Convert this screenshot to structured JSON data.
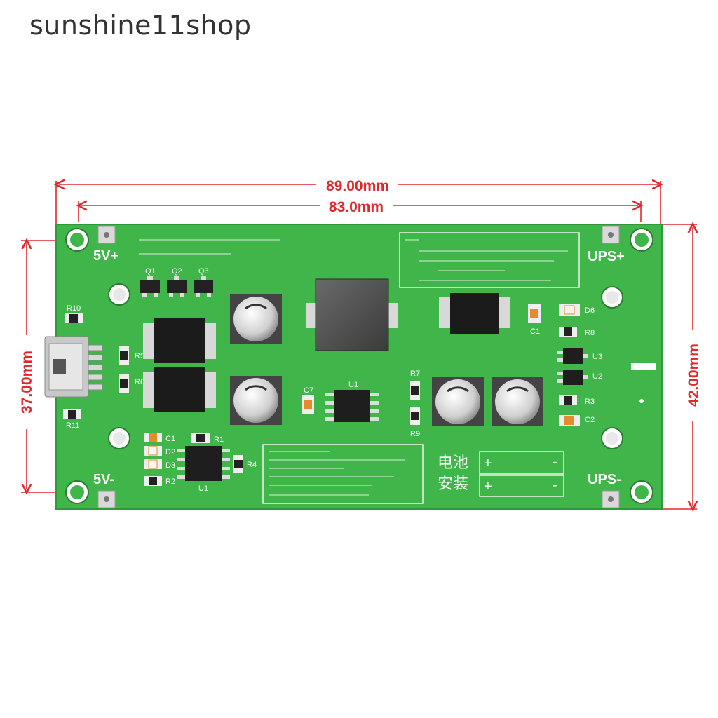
{
  "watermark": "sunshine11shop",
  "dimensions": {
    "outer_width": "89.00mm",
    "inner_width": "83.0mm",
    "left_height": "37.00mm",
    "right_height": "42.00mm"
  },
  "terminals": {
    "top_left": "5V+",
    "bottom_left": "5V-",
    "top_right": "UPS+",
    "bottom_right": "UPS-"
  },
  "board_labels": {
    "battery_line1": "电池",
    "battery_line2": "安装",
    "plus": "+",
    "minus": "-"
  },
  "components": {
    "R10": "R10",
    "R11": "R11",
    "R5": "R5",
    "R6": "R6",
    "Q1": "Q1",
    "Q2": "Q2",
    "Q3": "Q3",
    "C1": "C1",
    "D2": "D2",
    "D3": "D3",
    "R2": "R2",
    "R1": "R1",
    "R4": "R4",
    "U1a": "U1",
    "U1b": "U1",
    "C7": "C7",
    "R7": "R7",
    "R9": "R9",
    "D6": "D6",
    "R8": "R8",
    "U3": "U3",
    "U2": "U2",
    "R3": "R3",
    "C2": "C2",
    "C1r": "C1"
  },
  "colors": {
    "pcb": "#3fb54a",
    "pcb_dark": "#2f9a3c",
    "dimension": "#e4262a"
  }
}
